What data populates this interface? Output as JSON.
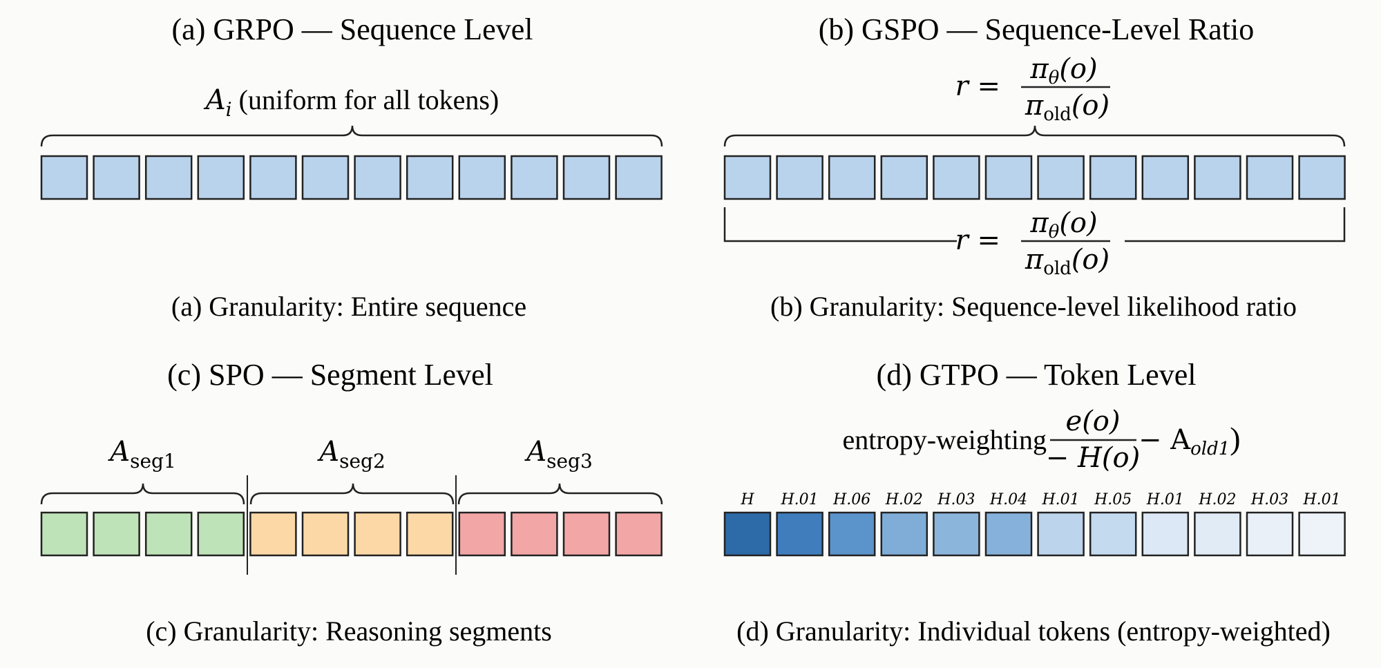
{
  "panels": {
    "a": {
      "title": "(a) GRPO — Sequence Level",
      "label_var": "A",
      "label_sub": "i",
      "label_text": " (uniform for all tokens)",
      "caption": "(a) Granularity: Entire sequence",
      "token_count": 12,
      "token_color": "#b9d3ec"
    },
    "b": {
      "title": "(b) GSPO — Sequence-Level Ratio",
      "ratio": {
        "lhs": "r = ",
        "num_pi": "π",
        "num_sub": "θ",
        "num_arg": "(o)",
        "den_pi": "π",
        "den_sub": "old",
        "den_arg": "(o)"
      },
      "caption": "(b) Granularity: Sequence-level likelihood ratio",
      "token_count": 12,
      "token_color": "#b9d3ec"
    },
    "c": {
      "title": "(c) SPO — Segment Level",
      "segments": [
        {
          "var": "A",
          "sub": "seg1",
          "count": 4,
          "color": "#bfe3b8"
        },
        {
          "var": "A",
          "sub": "seg2",
          "count": 4,
          "color": "#fcd8a6"
        },
        {
          "var": "A",
          "sub": "seg3",
          "count": 4,
          "color": "#f2a6a6"
        }
      ],
      "caption": "(c) Granularity: Reasoning segments"
    },
    "d": {
      "title": "(d) GTPO — Token Level",
      "formula": {
        "prefix": "entropy-weighting ",
        "num": "e(o)",
        "den": "− H(o)",
        "suffix_minus": " − A",
        "suffix_sub": "old1",
        "suffix_close": ")"
      },
      "token_labels": [
        "H",
        "H.01",
        "H.06",
        "H.02",
        "H.03",
        "H.04",
        "H.01",
        "H.05",
        "H.01",
        "H.02",
        "H.03",
        "H.01"
      ],
      "token_colors": [
        "#2d6aa8",
        "#3f7dbd",
        "#5b93cb",
        "#7fadd8",
        "#8cb5dc",
        "#86b1da",
        "#bcd4ec",
        "#c4daef",
        "#dce8f5",
        "#e0ebf6",
        "#e9f0f8",
        "#eef3fa"
      ],
      "caption": "(d) Granularity: Individual tokens (entropy-weighted)"
    }
  }
}
